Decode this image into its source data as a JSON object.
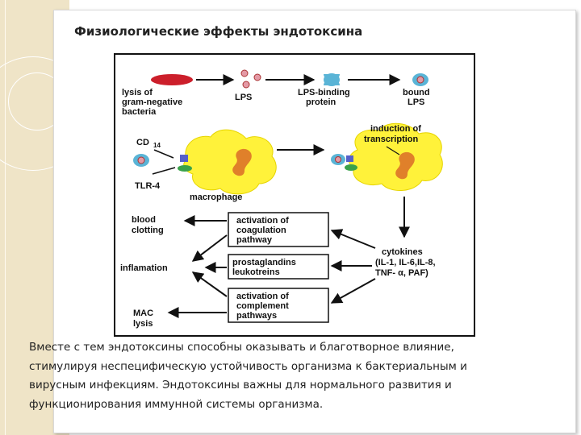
{
  "slide": {
    "title": "Физиологические эффекты эндотоксина",
    "body": "Вместе с тем эндотоксины способны оказывать и благотворное влияние, стимулируя неспецифическую устойчивость организма к бактериальным и вирусным инфекциям. Эндотоксины важны для нормального развития и функционирования иммунной системы организма."
  },
  "diagram": {
    "lysis_line1": "lysis of",
    "lysis_line2": "gram-negative",
    "lysis_line3": "bacteria",
    "lps": "LPS",
    "lbp_line1": "LPS-binding",
    "lbp_line2": "protein",
    "bound_line1": "bound",
    "bound_line2": "LPS",
    "cd14": "CD",
    "cd14_sub": "14",
    "tlr4": "TLR-4",
    "macrophage": "macrophage",
    "induction_line1": "induction of",
    "induction_line2": "transcription",
    "blood_line1": "blood",
    "blood_line2": "clotting",
    "inflammation": "inflamation",
    "mac_line1": "MAC",
    "mac_line2": "lysis",
    "coag_line1": "activation of",
    "coag_line2": "coagulation",
    "coag_line3": "pathway",
    "prosta_line1": "prostaglandins",
    "prosta_line2": "leukotreins",
    "compl_line1": "activation of",
    "compl_line2": "complement",
    "compl_line3": "pathways",
    "cyto_line1": "cytokines",
    "cyto_line2": "(IL-1, IL-6,IL-8,",
    "cyto_line3": "TNF- α, PAF)",
    "colors": {
      "bacteria": "#cc1f2b",
      "lps": "#e49aa6",
      "protein": "#5ab4d6",
      "macrophage": "#fff23a",
      "nucleus": "#e0802a",
      "tlr4": "#3aa24a",
      "cd14": "#5560c9"
    }
  }
}
